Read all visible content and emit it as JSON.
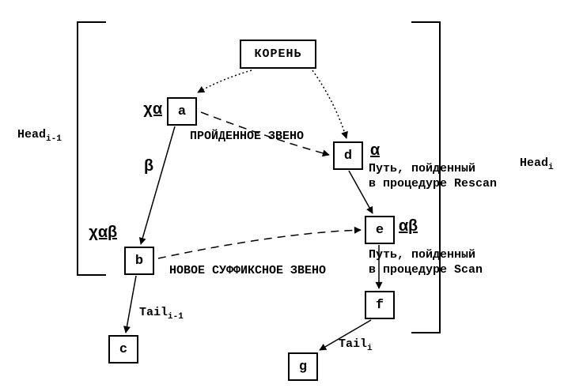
{
  "root": {
    "label": "КОРЕНЬ"
  },
  "nodes": {
    "a": "a",
    "b": "b",
    "c": "c",
    "d": "d",
    "e": "e",
    "f": "f",
    "g": "g"
  },
  "path_labels": {
    "chi_alpha": "χα",
    "alpha": "α",
    "chi_alpha_beta": "χαβ",
    "alpha_beta": "αβ",
    "beta": "β"
  },
  "annotations": {
    "traversed_link": "ПРОЙДЕННОЕ ЗВЕНО",
    "new_suffix_link": "НОВОЕ СУФФИКСНОЕ ЗВЕНО",
    "rescan_line1": "Путь, пойденный",
    "rescan_line2": "в процедуре Rescan",
    "scan_line1": "Путь, пойденный",
    "scan_line2": "в процедуре Scan"
  },
  "markers": {
    "head_prev": {
      "base": "Head",
      "sub": "i-1"
    },
    "head_cur": {
      "base": "Head",
      "sub": "i"
    },
    "tail_prev": {
      "base": "Tail",
      "sub": "i-1"
    },
    "tail_cur": {
      "base": "Tail",
      "sub": "i"
    }
  }
}
